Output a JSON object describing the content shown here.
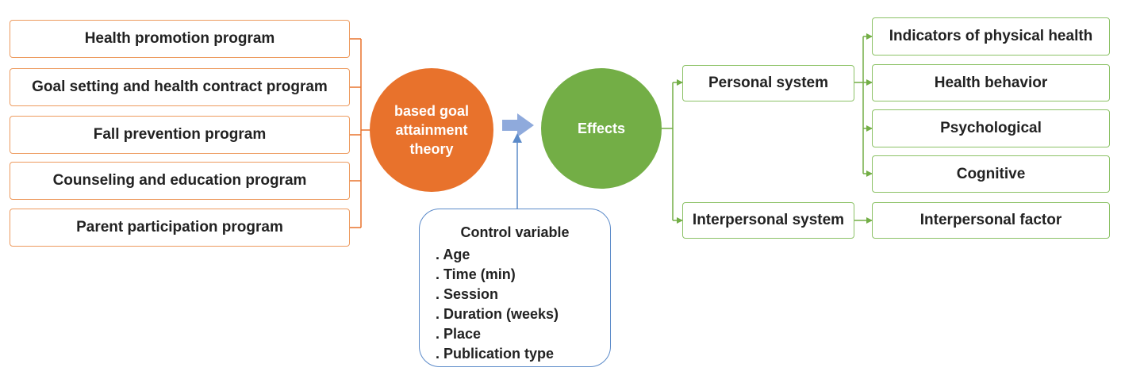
{
  "programs": [
    "Health promotion program",
    "Goal setting and health contract program",
    "Fall prevention program",
    "Counseling and education program",
    "Parent participation program"
  ],
  "theory_circle": [
    "based goal",
    "attainment",
    "theory"
  ],
  "effects_circle": "Effects",
  "control": {
    "title": "Control variable",
    "items": [
      "Age",
      "Time (min)",
      "Session",
      "Duration (weeks)",
      "Place",
      "Publication type"
    ]
  },
  "systems": {
    "personal": "Personal system",
    "interpersonal": "Interpersonal system"
  },
  "outcomes": {
    "physical": "Indicators of physical health",
    "behavior": "Health behavior",
    "psychological": "Psychological",
    "cognitive": "Cognitive",
    "interpersonal_factor": "Interpersonal factor"
  },
  "colors": {
    "orange_border": "#ED9A5E",
    "orange_fill": "#E8722C",
    "green_fill": "#73AE46",
    "green_border": "#8CC266",
    "blue": "#5B8AC9",
    "arrow_fill": "#8FAADC"
  }
}
